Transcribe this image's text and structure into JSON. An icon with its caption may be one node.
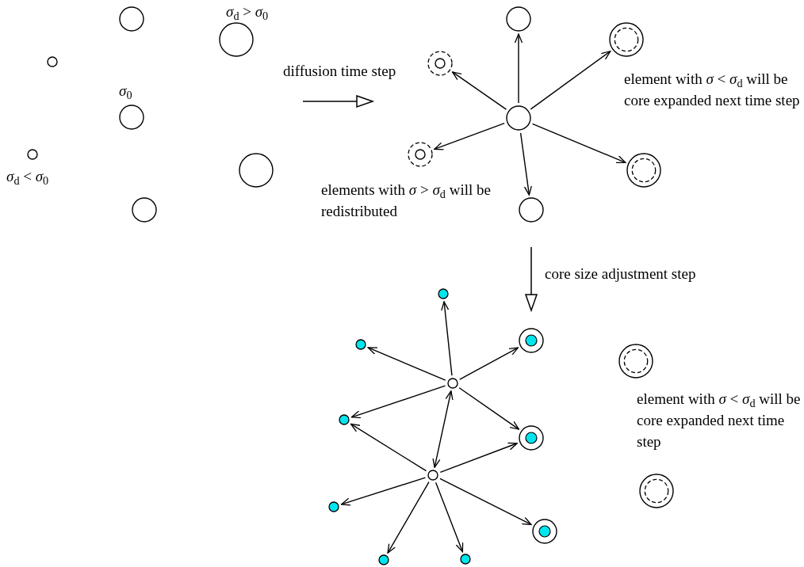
{
  "diagram": {
    "nodes": [
      {
        "text": [],
        "shape": "circle"
      },
      {
        "text": [],
        "shape": "circle"
      },
      {
        "text": [],
        "shape": "circle"
      },
      {
        "text": [],
        "shape": "circle"
      },
      {
        "text": [],
        "shape": "circle"
      },
      {
        "text": [],
        "shape": "circle"
      },
      {
        "text": [],
        "shape": "circle"
      },
      {
        "text": [],
        "shape": "circle"
      },
      {
        "text": [],
        "shape": "circle"
      },
      {
        "text": [],
        "shape": "circle"
      },
      {
        "text": [],
        "shape": "circle"
      },
      {
        "text": [],
        "shape": "circle"
      },
      {
        "text": [],
        "shape": "circle"
      },
      {
        "text": [],
        "shape": "circle"
      },
      {
        "text": [],
        "shape": "circle"
      },
      {
        "text": [],
        "shape": "circle"
      },
      {
        "text": [],
        "shape": "circle"
      },
      {
        "text": [],
        "shape": "circle"
      },
      {
        "text": [],
        "shape": "circle"
      },
      {
        "text": [],
        "shape": "circle"
      },
      {
        "text": [],
        "shape": "circle"
      },
      {
        "text": [],
        "shape": "circle"
      },
      {
        "text": [],
        "shape": "circle"
      },
      {
        "text": [],
        "shape": "circle"
      },
      {
        "text": [],
        "shape": "circle"
      },
      {
        "text": [],
        "shape": "circle"
      },
      {
        "text": [],
        "shape": "circle"
      }
    ],
    "edges": [
      {
        "from": 10,
        "to": 7,
        "arrow": "to"
      },
      {
        "from": 10,
        "to": 9,
        "arrow": "to"
      },
      {
        "from": 10,
        "to": 8,
        "arrow": "to"
      },
      {
        "from": 10,
        "to": 11,
        "arrow": "to"
      },
      {
        "from": 10,
        "to": 12,
        "arrow": "to"
      },
      {
        "from": 10,
        "to": 13,
        "arrow": "to"
      },
      {
        "from": 18,
        "to": 14,
        "arrow": "to"
      },
      {
        "from": 18,
        "to": 16,
        "arrow": "to"
      },
      {
        "from": 18,
        "to": 15,
        "arrow": "to"
      },
      {
        "from": 18,
        "to": 19,
        "arrow": "to"
      },
      {
        "from": 18,
        "to": 20,
        "arrow": "to"
      },
      {
        "from": 18,
        "to": 21,
        "arrow": "both"
      },
      {
        "from": 21,
        "to": 19,
        "arrow": "to"
      },
      {
        "from": 21,
        "to": 20,
        "arrow": "to"
      },
      {
        "from": 21,
        "to": 23,
        "arrow": "to"
      },
      {
        "from": 21,
        "to": 26,
        "arrow": "to"
      },
      {
        "from": 21,
        "to": 25,
        "arrow": "to"
      },
      {
        "from": 21,
        "to": 24,
        "arrow": "to"
      }
    ],
    "labels": [
      "*σ*$_{d}$ > *σ*$_{0}$",
      "diffusion time step",
      "element with *σ* < *σ*$_{d}$ will be core expanded next time step",
      "*σ*$_{0}$",
      "*σ*$_{d}$ < *σ*$_{0}$",
      "elements with *σ* > *σ*$_{d}$ will be redistributed",
      "core size adjustment step",
      "element with *σ* < *σ*$_{d}$ will be core expanded next time step"
    ]
  }
}
